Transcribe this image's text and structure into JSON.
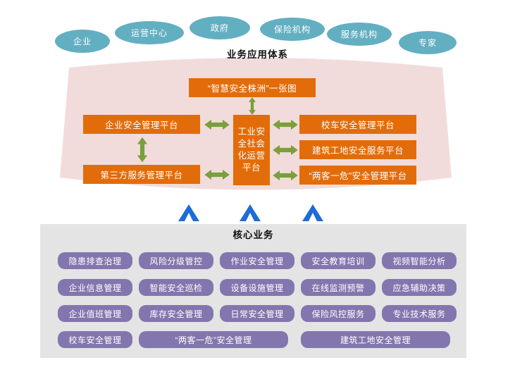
{
  "colors": {
    "teal": "#63AFC2",
    "pink": "#F2DCDB",
    "orange": "#E36C0A",
    "green": "#79A03C",
    "blue": "#1F6BD7",
    "purple": "#8376AE",
    "gray": "#E4E4E4"
  },
  "stakeholders": [
    {
      "label": "企业"
    },
    {
      "label": "运营中心"
    },
    {
      "label": "政府"
    },
    {
      "label": "保险机构"
    },
    {
      "label": "服务机构"
    },
    {
      "label": "专家"
    }
  ],
  "app": {
    "title": "业务应用体系",
    "smart_map": "“智慧安全株洲”一张图",
    "center": "工业安全社会化运营平台",
    "enterprise": "企业安全管理平台",
    "third_party": "第三方服务管理平台",
    "school_bus": "校车安全管理平台",
    "construction": "建筑工地安全服务平台",
    "lkyw": "“两客一危”安全管理平台"
  },
  "core": {
    "title": "核心业务",
    "row1": [
      "隐患排查治理",
      "风险分级管控",
      "作业安全管理",
      "安全教育培训",
      "视频智能分析"
    ],
    "row2": [
      "企业信息管理",
      "智能安全巡检",
      "设备设施管理",
      "在线监测预警",
      "应急辅助决策"
    ],
    "row3": [
      "企业值班管理",
      "库存安全管理",
      "日常安全管理",
      "保险风控服务",
      "专业技术服务"
    ],
    "row4": [
      "校车安全管理",
      "“两客一危”安全管理",
      "建筑工地安全管理"
    ]
  }
}
